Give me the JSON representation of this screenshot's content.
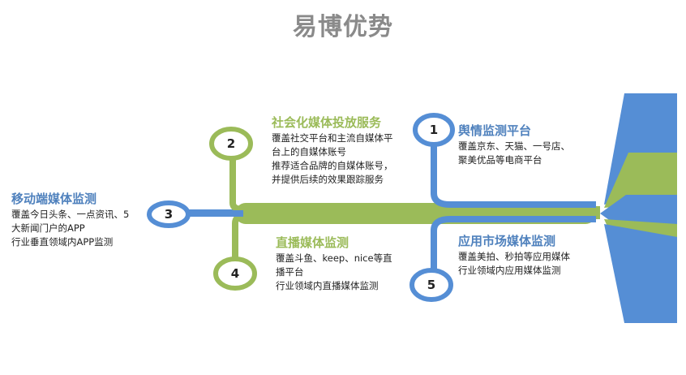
{
  "title": "易博优势",
  "colors": {
    "green": "#9bbb59",
    "blue": "#558ed5"
  },
  "nodes": [
    {
      "num": "1",
      "heading": "舆情监测平台",
      "lines": [
        "覆盖京东、天猫、一号店、",
        "聚美优品等电商平台"
      ],
      "color": "blue"
    },
    {
      "num": "2",
      "heading": "社会化媒体投放服务",
      "lines": [
        "覆盖社交平台和主流自媒体平",
        "台上的自媒体账号",
        "推荐适合品牌的自媒体账号，",
        "并提供后续的效果跟踪服务"
      ],
      "color": "green"
    },
    {
      "num": "3",
      "heading": "移动端媒体监测",
      "lines": [
        "覆盖今日头条、一点资讯、5",
        "大新闻门户的APP",
        "行业垂直领域内APP监测"
      ],
      "color": "blue"
    },
    {
      "num": "4",
      "heading": "直播媒体监测",
      "lines": [
        "覆盖斗鱼、keep、nice等直",
        "播平台",
        "行业领域内直播媒体监测"
      ],
      "color": "green"
    },
    {
      "num": "5",
      "heading": "应用市场媒体监测",
      "lines": [
        "覆盖美拍、秒拍等应用媒体",
        "行业领域内应用媒体监测"
      ],
      "color": "blue"
    }
  ]
}
